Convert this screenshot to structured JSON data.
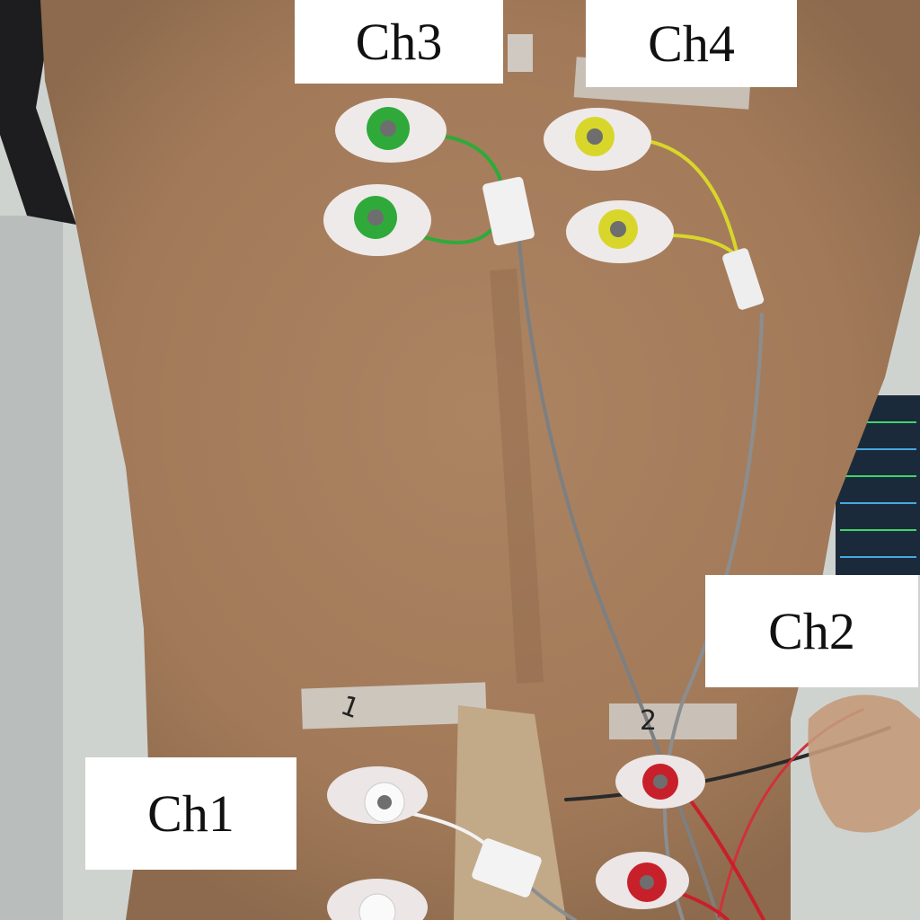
{
  "labels": {
    "ch1": "Ch1",
    "ch2": "Ch2",
    "ch3": "Ch3",
    "ch4": "Ch4"
  },
  "tape_marks": {
    "left": "1",
    "right": "2"
  },
  "colors": {
    "skin": "#a8805e",
    "green_lead": "#2faa3a",
    "yellow_lead": "#d8d62a",
    "white_lead": "#f2f2f2",
    "red_lead": "#c8202a",
    "cable": "#7d7f80"
  }
}
